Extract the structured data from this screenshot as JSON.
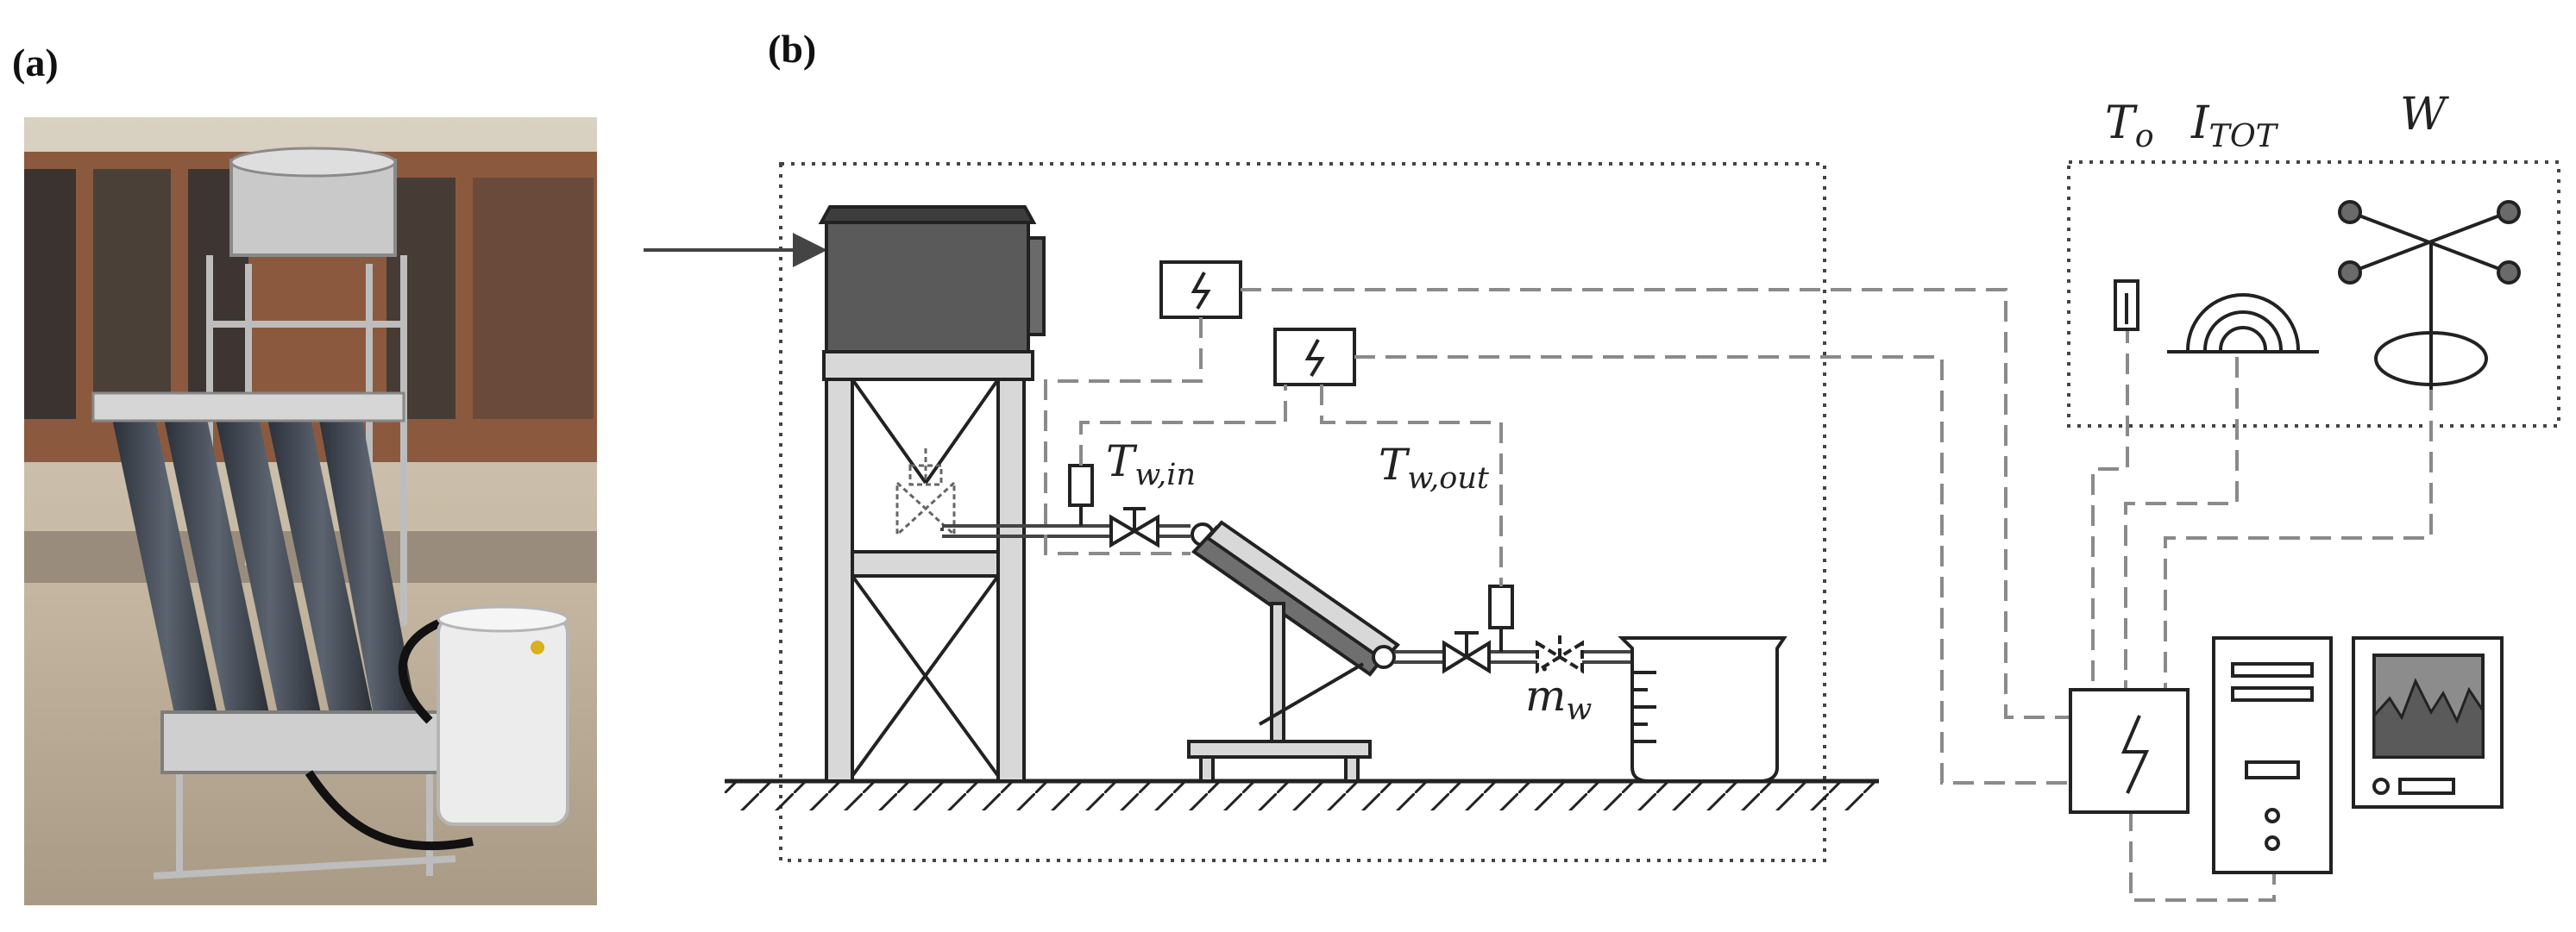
{
  "panels": {
    "a_label": "(a)",
    "b_label": "(b)"
  },
  "weather_station": {
    "ambient_temp": "T",
    "ambient_temp_sub": "o",
    "irradiance": "I",
    "irradiance_sub": "TOT",
    "wind": "W"
  },
  "sensors": {
    "inlet_temp": "T",
    "inlet_temp_sub": "w,in",
    "outlet_temp": "T",
    "outlet_temp_sub": "w,out",
    "mass_flow": "m",
    "mass_flow_sub": "w"
  },
  "colors": {
    "line": "#222222",
    "dashed": "#8a8a8a",
    "tank_fill": "#5a5a5a",
    "structure": "#d8d8d8",
    "monitor_fill": "#8c8c8c"
  }
}
